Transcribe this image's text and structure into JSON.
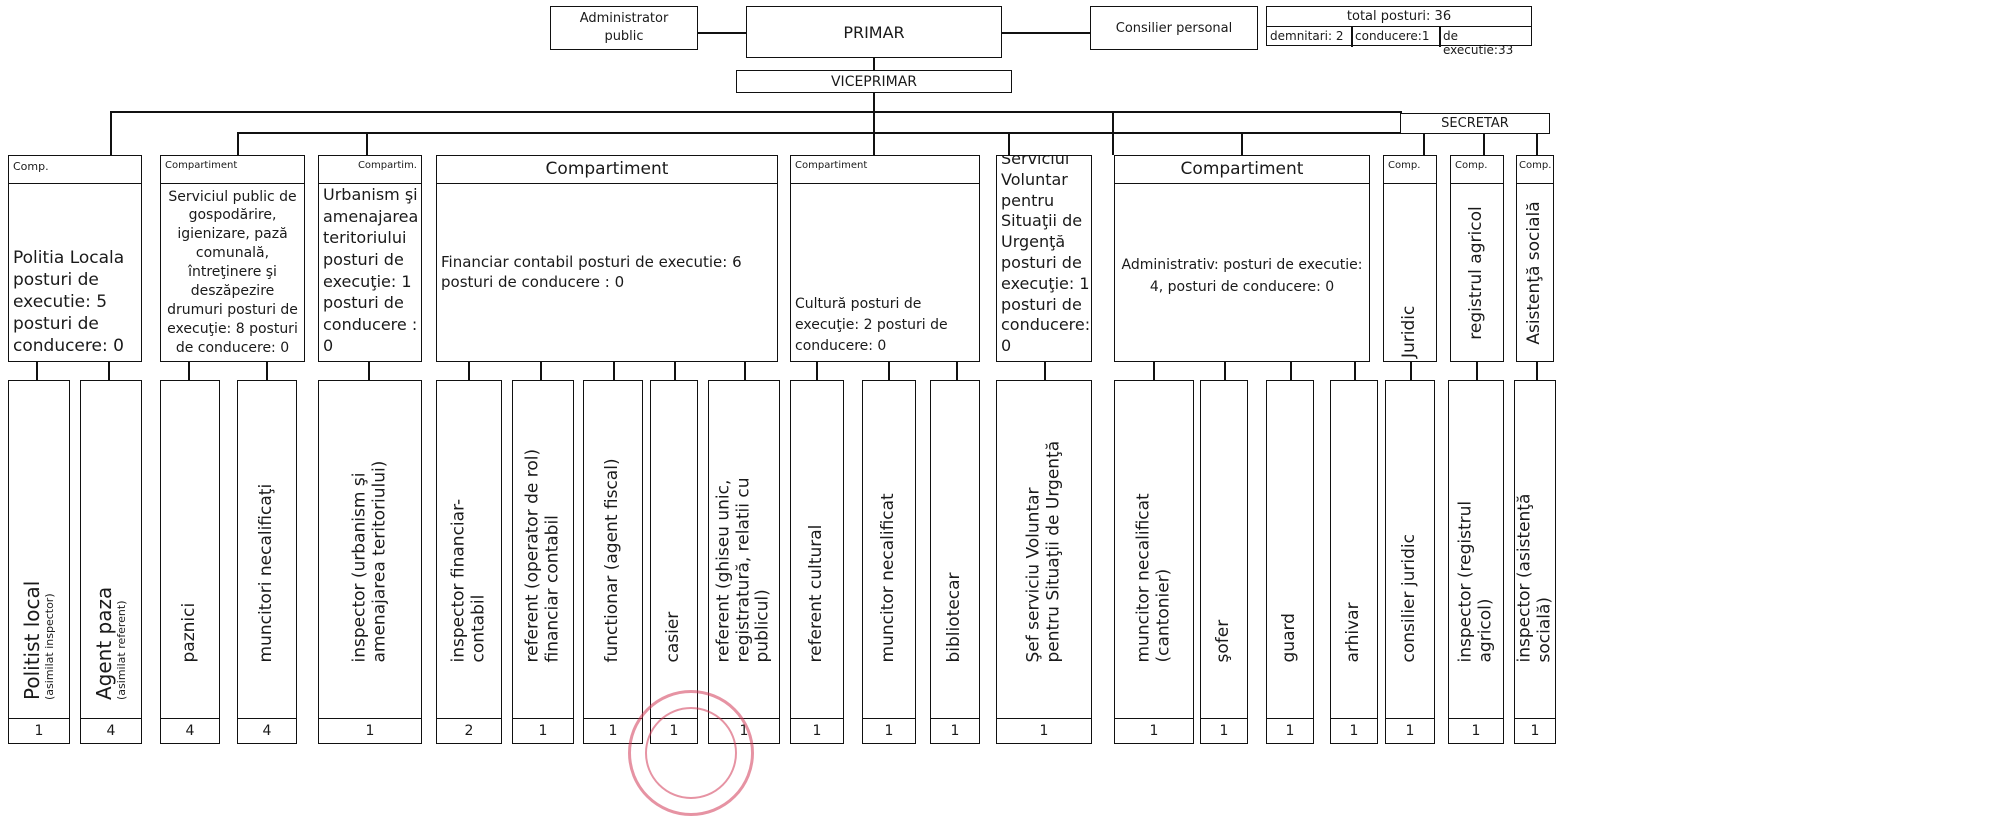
{
  "top": {
    "administrator": "Administrator public",
    "primar": "PRIMAR",
    "consilier": "Consilier personal",
    "viceprimar": "VICEPRIMAR",
    "secretar": "SECRETAR"
  },
  "totals": {
    "total": "total posturi: 36",
    "demnitari": "demnitari: 2",
    "conducere": "conducere:1",
    "executie": "de executie:33"
  },
  "departments": [
    {
      "header": "Comp.",
      "text": "Politia Locala posturi de executie: 5 posturi de conducere: 0"
    },
    {
      "header": "Compartiment",
      "text": "Serviciul public de gospodărire, igienizare, pază comunală, întreţinere şi deszăpezire drumuri posturi de execuţie: 8    posturi de conducere: 0"
    },
    {
      "header": "Compartim.",
      "text": "Urbanism şi amenajarea teritoriului posturi de execuţie: 1 posturi de conducere : 0"
    },
    {
      "header": "Compartiment",
      "text": "Financiar contabil posturi de executie: 6 posturi de conducere : 0"
    },
    {
      "header": "Compartiment",
      "text": "Cultură posturi de execuţie: 2   posturi de conducere: 0"
    },
    {
      "header": "",
      "text": "Serviciul Voluntar pentru Situaţii de Urgenţă posturi de execuţie: 1 posturi de conducere: 0"
    },
    {
      "header": "Compartiment",
      "text": "Administrativ: posturi de executie: 4, posturi de conducere: 0"
    },
    {
      "header": "Comp.",
      "text": "Juridic"
    },
    {
      "header": "Comp.",
      "text": "registrul agricol"
    },
    {
      "header": "Comp.",
      "text": "Asistenţă socială"
    }
  ],
  "positions": [
    {
      "title": "Politist local",
      "sub": "(asimilat inspector)",
      "count": "1"
    },
    {
      "title": "Agent paza",
      "sub": "(asimilat referent)",
      "count": "4"
    },
    {
      "title": "paznici",
      "sub": "",
      "count": "4"
    },
    {
      "title": "muncitori necalificaţi",
      "sub": "",
      "count": "4"
    },
    {
      "title": "inspector  (urbanism şi amenajarea teritoriului)",
      "sub": "",
      "count": "1"
    },
    {
      "title": "inspector financiar-contabil",
      "sub": "",
      "count": "2"
    },
    {
      "title": "referent (operator de rol) financiar contabil",
      "sub": "",
      "count": "1"
    },
    {
      "title": "functionar (agent fiscal)",
      "sub": "",
      "count": "1"
    },
    {
      "title": "casier",
      "sub": "",
      "count": "1"
    },
    {
      "title": "referent (ghiseu unic, registratură, relatii cu publicul)",
      "sub": "",
      "count": "1"
    },
    {
      "title": "referent cultural",
      "sub": "",
      "count": "1"
    },
    {
      "title": "muncitor necalificat",
      "sub": "",
      "count": "1"
    },
    {
      "title": "bibliotecar",
      "sub": "",
      "count": "1"
    },
    {
      "title": "Şef serviciu  Voluntar pentru Situaţii de Urgenţă",
      "sub": "",
      "count": "1"
    },
    {
      "title": "muncitor necalificat (cantonier)",
      "sub": "",
      "count": "1"
    },
    {
      "title": "şofer",
      "sub": "",
      "count": "1"
    },
    {
      "title": "guard",
      "sub": "",
      "count": "1"
    },
    {
      "title": "arhivar",
      "sub": "",
      "count": "1"
    },
    {
      "title": "consilier juridic",
      "sub": "",
      "count": "1"
    },
    {
      "title": "inspector (registrul agricol)",
      "sub": "",
      "count": "1"
    },
    {
      "title": "inspector (asistenţă socială)",
      "sub": "",
      "count": "1"
    }
  ]
}
